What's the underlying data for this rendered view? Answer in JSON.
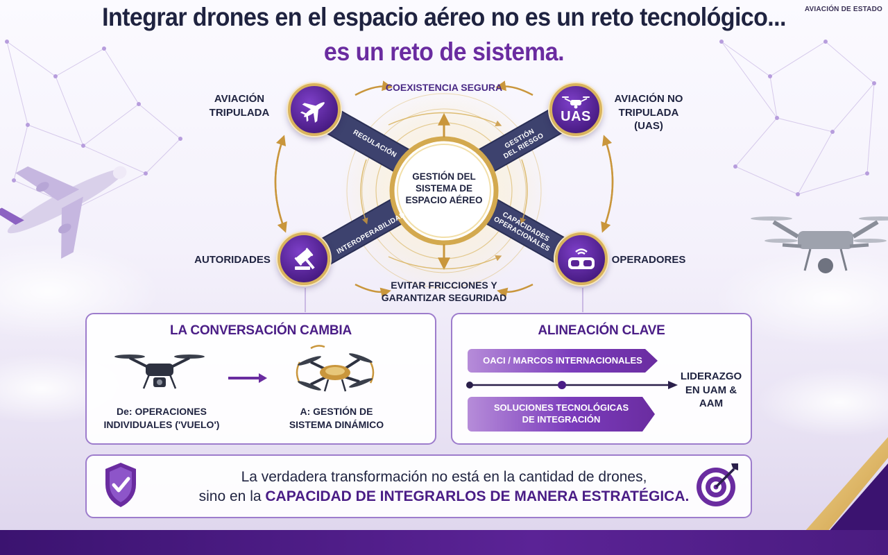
{
  "header": {
    "corner_tag": "AVIACIÓN DE ESTADO",
    "title_line1": "Integrar drones en el espacio aéreo no es un reto tecnológico...",
    "title_line2": "es un reto de sistema."
  },
  "diagram": {
    "center": {
      "line1": "GESTIÓN DEL",
      "line2": "SISTEMA DE",
      "line3": "ESPACIO AÉREO"
    },
    "arcs": {
      "top": "COEXISTENCIA SEGURA",
      "bottom_line1": "EVITAR FRICCIONES Y",
      "bottom_line2": "GARANTIZAR SEGURIDAD"
    },
    "bands": {
      "regulacion": "REGULACIÓN",
      "gestion_riesgo_line1": "GESTIÓN",
      "gestion_riesgo_line2": "DEL RIESGO",
      "interoperabilidad": "INTEROPERABILIDAD",
      "capacidades_line1": "CAPACIDADES",
      "capacidades_line2": "OPERACIONALES"
    },
    "nodes": {
      "tripulada": {
        "line1": "AVIACIÓN",
        "line2": "TRIPULADA",
        "icon": "airplane-icon"
      },
      "no_tripulada": {
        "line1": "AVIACIÓN NO",
        "line2": "TRIPULADA",
        "line3": "(UAS)",
        "badge": "UAS",
        "icon": "drone-icon"
      },
      "autoridades": {
        "label": "AUTORIDADES",
        "icon": "gavel-icon"
      },
      "operadores": {
        "label": "OPERADORES",
        "icon": "vr-headset-icon"
      }
    }
  },
  "panel_conversacion": {
    "title": "LA CONVERSACIÓN CAMBIA",
    "from_line1": "De: OPERACIONES",
    "from_line2": "INDIVIDUALES ('VUELO')",
    "to_line1": "A: GESTIÓN DE",
    "to_line2": "SISTEMA DINÁMICO"
  },
  "panel_alineacion": {
    "title": "ALINEACIÓN CLAVE",
    "ribbon_top": "OACI / MARCOS INTERNACIONALES",
    "ribbon_bottom_line1": "SOLUCIONES TECNOLÓGICAS",
    "ribbon_bottom_line2": "DE INTEGRACIÓN",
    "outcome_line1": "LIDERAZGO",
    "outcome_line2": "EN UAM &",
    "outcome_line3": "AAM"
  },
  "bottom_banner": {
    "line1": "La verdadera transformación no está en la cantidad de drones,",
    "line2_prefix": "sino en la",
    "line2_emphasis": "CAPACIDAD DE INTEGRARLOS DE MANERA ESTRATÉGICA."
  },
  "colors": {
    "brand_purple": "#4b1d87",
    "accent_purple": "#6a2ca0",
    "gold": "#d9b35d",
    "navy_text": "#1f2340"
  }
}
